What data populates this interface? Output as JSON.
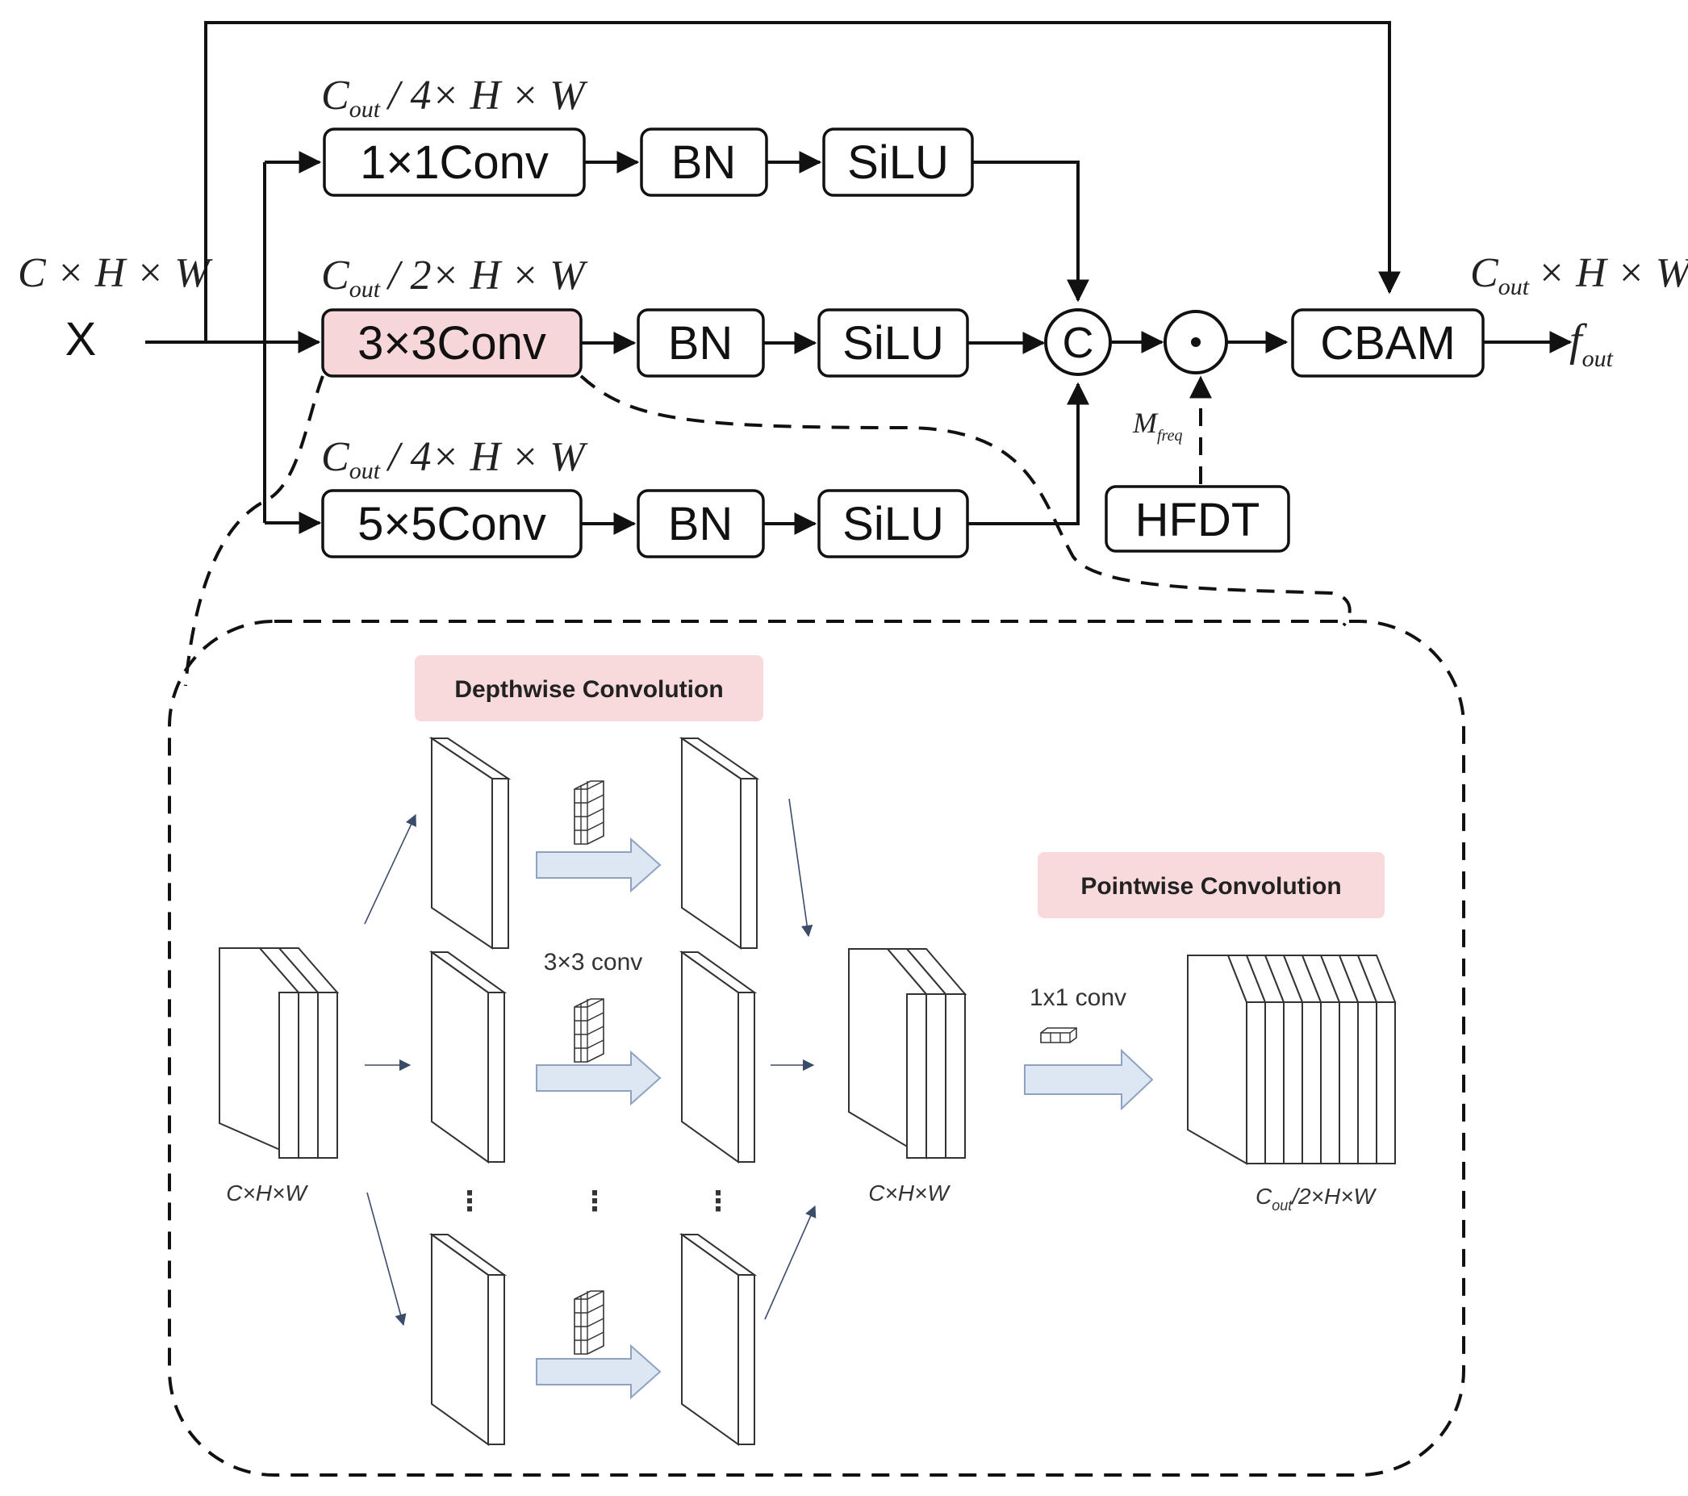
{
  "input": {
    "symbol": "X",
    "dim_c": "C",
    "dim_rest": "× H × W"
  },
  "branches": [
    {
      "conv": "1×1Conv",
      "bn": "BN",
      "act": "SiLU",
      "dim_c": "C",
      "dim_sub": "out",
      "dim_rest": "/ 4× H × W"
    },
    {
      "conv": "3×3Conv",
      "bn": "BN",
      "act": "SiLU",
      "dim_c": "C",
      "dim_sub": "out",
      "dim_rest": "/ 2× H × W"
    },
    {
      "conv": "5×5Conv",
      "bn": "BN",
      "act": "SiLU",
      "dim_c": "C",
      "dim_sub": "out",
      "dim_rest": "/ 4× H × W"
    }
  ],
  "concat_symbol": "C",
  "mult_symbol": "⊙",
  "mask": {
    "m": "M",
    "sub": "freq"
  },
  "hfdt": "HFDT",
  "cbam": "CBAM",
  "output": {
    "dim_c": "C",
    "dim_sub": "out",
    "dim_rest": "× H × W",
    "f": "f",
    "f_sub": "out"
  },
  "detail": {
    "depthwise_title": "Depthwise Convolution",
    "pointwise_title": "Pointwise Convolution",
    "kernel_label": "3×3 conv",
    "pw_kernel_label": "1x1 conv",
    "input_dim": "C×H×W",
    "mid_dim": "C×H×W",
    "out_dim_c": "C",
    "out_dim_sub": "out",
    "out_dim_rest": "/2×H×W",
    "vdots": "⋮"
  },
  "colors": {
    "highlight": "#f6d6d8",
    "badge": "#f8dadd",
    "fat_arrow": "#dde7f4"
  }
}
